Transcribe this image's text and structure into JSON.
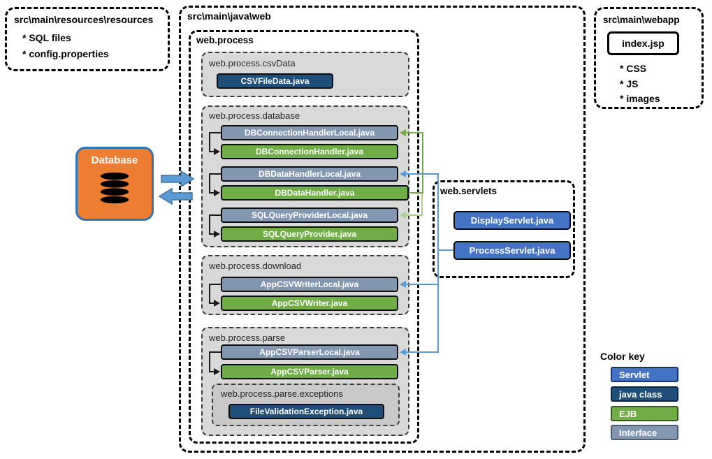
{
  "resources_box": {
    "title": "src\\main\\resources\\resources",
    "items": [
      "* SQL files",
      "* config.properties"
    ]
  },
  "java_web": {
    "title": "src\\main\\java\\web",
    "process_label": "web.process",
    "groups": [
      {
        "label": "web.process.csvData",
        "classes": [
          {
            "name": "CSVFileData.java",
            "type": "java class"
          }
        ]
      },
      {
        "label": "web.process.database",
        "classes": [
          {
            "name": "DBConnectionHandlerLocal.java",
            "type": "Interface"
          },
          {
            "name": "DBConnectionHandler.java",
            "type": "EJB"
          },
          {
            "name": "DBDataHandlerLocal.java",
            "type": "Interface"
          },
          {
            "name": "DBDataHandler.java",
            "type": "EJB"
          },
          {
            "name": "SQLQueryProviderLocal.java",
            "type": "Interface"
          },
          {
            "name": "SQLQueryProvider.java",
            "type": "EJB"
          }
        ]
      },
      {
        "label": "web.process.download",
        "classes": [
          {
            "name": "AppCSVWriterLocal.java",
            "type": "Interface"
          },
          {
            "name": "AppCSVWriter.java",
            "type": "EJB"
          }
        ]
      },
      {
        "label": "web.process.parse",
        "classes": [
          {
            "name": "AppCSVParserLocal.java",
            "type": "Interface"
          },
          {
            "name": "AppCSVParser.java",
            "type": "EJB"
          }
        ],
        "subgroup": {
          "label": "web.process.parse.exceptions",
          "classes": [
            {
              "name": "FileValidationException.java",
              "type": "java class"
            }
          ]
        }
      }
    ]
  },
  "servlets_box": {
    "label": "web.servlets",
    "classes": [
      {
        "name": "DisplayServlet.java",
        "type": "Servlet"
      },
      {
        "name": "ProcessServlet.java",
        "type": "Servlet"
      }
    ]
  },
  "webapp_box": {
    "title": "src\\main\\webapp",
    "file": "index.jsp",
    "items": [
      "* CSS",
      "* JS",
      "* images"
    ]
  },
  "database": {
    "label": "Database"
  },
  "color_key": {
    "title": "Color key",
    "entries": [
      {
        "label": "Servlet",
        "color": "#4472C4"
      },
      {
        "label": "java class",
        "color": "#1F4E79"
      },
      {
        "label": "EJB",
        "color": "#70AD47"
      },
      {
        "label": "Interface",
        "color": "#8497B0"
      }
    ]
  },
  "connections": [
    {
      "from": "Database",
      "to": "src\\main\\java\\web",
      "style": "blue block arrows, bidirectional"
    },
    {
      "from": "DBConnectionHandlerLocal.java",
      "to": "DBConnectionHandler.java",
      "style": "black elbow"
    },
    {
      "from": "DBDataHandlerLocal.java",
      "to": "DBDataHandler.java",
      "style": "black elbow"
    },
    {
      "from": "SQLQueryProviderLocal.java",
      "to": "SQLQueryProvider.java",
      "style": "black elbow"
    },
    {
      "from": "AppCSVWriterLocal.java",
      "to": "AppCSVWriter.java",
      "style": "black elbow"
    },
    {
      "from": "AppCSVParserLocal.java",
      "to": "AppCSVParser.java",
      "style": "black elbow"
    },
    {
      "from": "DBDataHandler.java",
      "to": "DBConnectionHandlerLocal.java",
      "style": "green"
    },
    {
      "from": "DBDataHandler.java",
      "to": "SQLQueryProviderLocal.java",
      "style": "light green"
    },
    {
      "from": "ProcessServlet.java",
      "to": "DBDataHandlerLocal.java",
      "style": "blue"
    },
    {
      "from": "ProcessServlet.java",
      "to": "AppCSVWriterLocal.java",
      "style": "blue"
    },
    {
      "from": "ProcessServlet.java",
      "to": "AppCSVParserLocal.java",
      "style": "blue"
    }
  ]
}
